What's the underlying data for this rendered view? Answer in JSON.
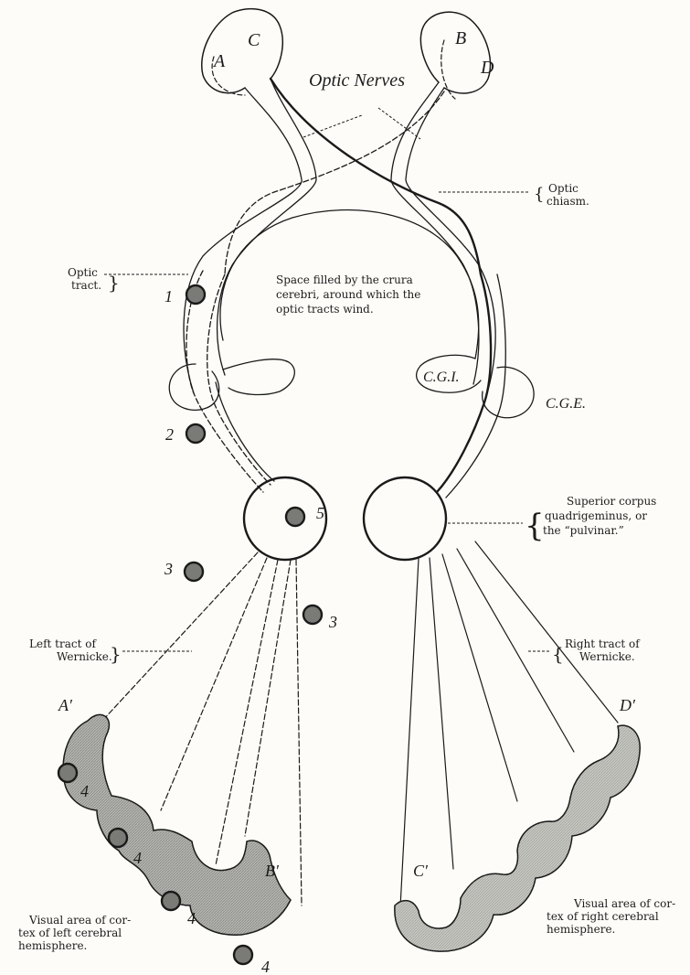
{
  "diagram": {
    "letters": {
      "A": "A",
      "B": "B",
      "C": "C",
      "D": "D",
      "A_prime": "A′",
      "B_prime": "B′",
      "C_prime": "C′",
      "D_prime": "D′"
    },
    "title": "Optic Nerves",
    "labels": {
      "optic_chiasm": [
        "Optic",
        "chiasm."
      ],
      "optic_tract": [
        "Optic",
        "tract."
      ],
      "crura_space": [
        "Space filled by the crura",
        "cerebri, around which the",
        "optic tracts wind."
      ],
      "cgi": "C.G.I.",
      "cge": "C.G.E.",
      "sup_corpus": [
        "Superior corpus",
        "quadrigeminus, or",
        "the “pulvinar.”"
      ],
      "left_tract": [
        "Left tract of",
        "Wernicke."
      ],
      "right_tract": [
        "Right tract of",
        "Wernicke."
      ],
      "left_visual": [
        "Visual area of cor-",
        "tex of left cerebral",
        "hemisphere."
      ],
      "right_visual": [
        "Visual area of cor-",
        "tex of right cerebral",
        "hemisphere."
      ]
    },
    "markers": {
      "m1": "1",
      "m2": "2",
      "m3a": "3",
      "m3b": "3",
      "m5": "5",
      "m4a": "4",
      "m4b": "4",
      "m4c": "4",
      "m4d": "4"
    }
  }
}
